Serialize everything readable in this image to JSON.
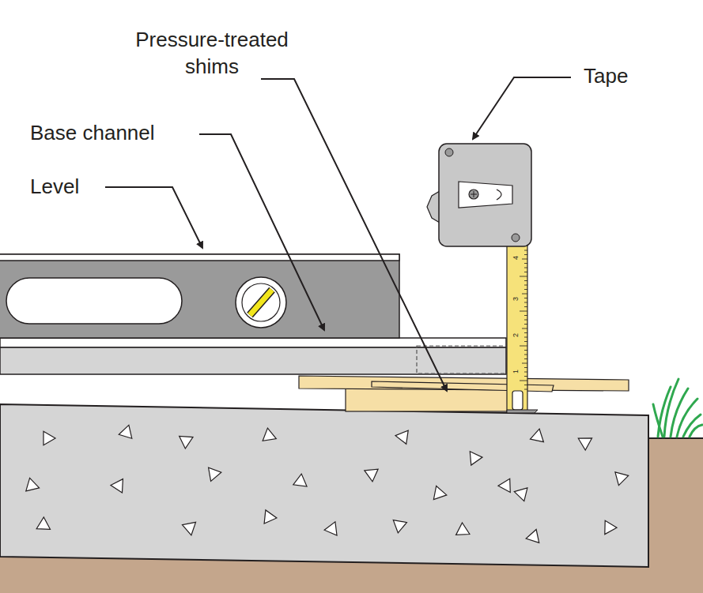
{
  "diagram": {
    "labels": [
      "Pressure-treated shims",
      "Base channel",
      "Level",
      "Tape",
      "4",
      "3",
      "2",
      "1"
    ]
  }
}
